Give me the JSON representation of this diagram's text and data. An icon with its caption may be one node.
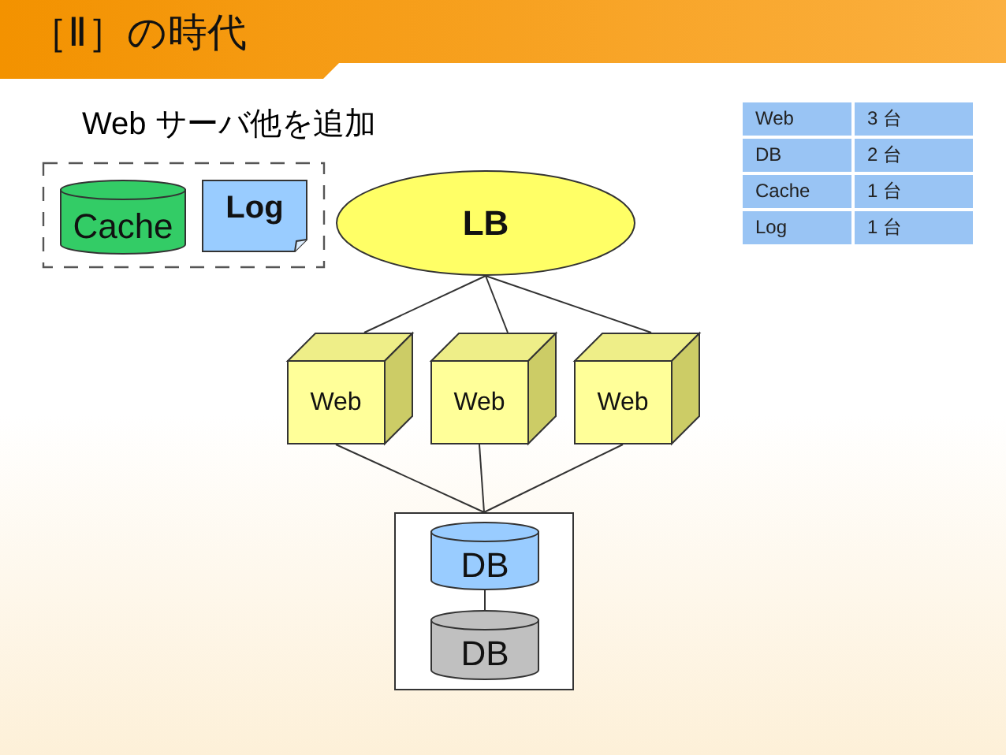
{
  "diagram": {
    "title": "［Ⅱ］の時代",
    "nodes": [
      {
        "text": [],
        "shape": "box"
      },
      {
        "text": [
          "Cache"
        ],
        "in": 0
      },
      {
        "text": [
          "Log"
        ],
        "in": 0
      },
      {
        "text": [
          "LB"
        ]
      },
      {
        "text": [
          "Web"
        ]
      },
      {
        "text": [
          "Web"
        ]
      },
      {
        "text": [
          "Web"
        ]
      },
      {
        "text": [],
        "shape": "box"
      },
      {
        "text": [
          "DB"
        ],
        "in": 7
      },
      {
        "text": [
          "DB"
        ],
        "in": 7
      }
    ],
    "edges": [
      {
        "from": 3,
        "to": 4,
        "arrow": "none"
      },
      {
        "from": 3,
        "to": 5,
        "arrow": "none"
      },
      {
        "from": 3,
        "to": 6,
        "arrow": "none"
      },
      {
        "from": 4,
        "to": 7,
        "arrow": "none"
      },
      {
        "from": 5,
        "to": 7,
        "arrow": "none"
      },
      {
        "from": 6,
        "to": 7,
        "arrow": "none"
      },
      {
        "from": 8,
        "to": 9,
        "arrow": "none"
      }
    ],
    "labels": [
      "Web サーバ他を追加",
      "Web",
      "3 台",
      "DB",
      "2 台",
      "Cache",
      "1 台",
      "Log",
      "1 台"
    ]
  }
}
